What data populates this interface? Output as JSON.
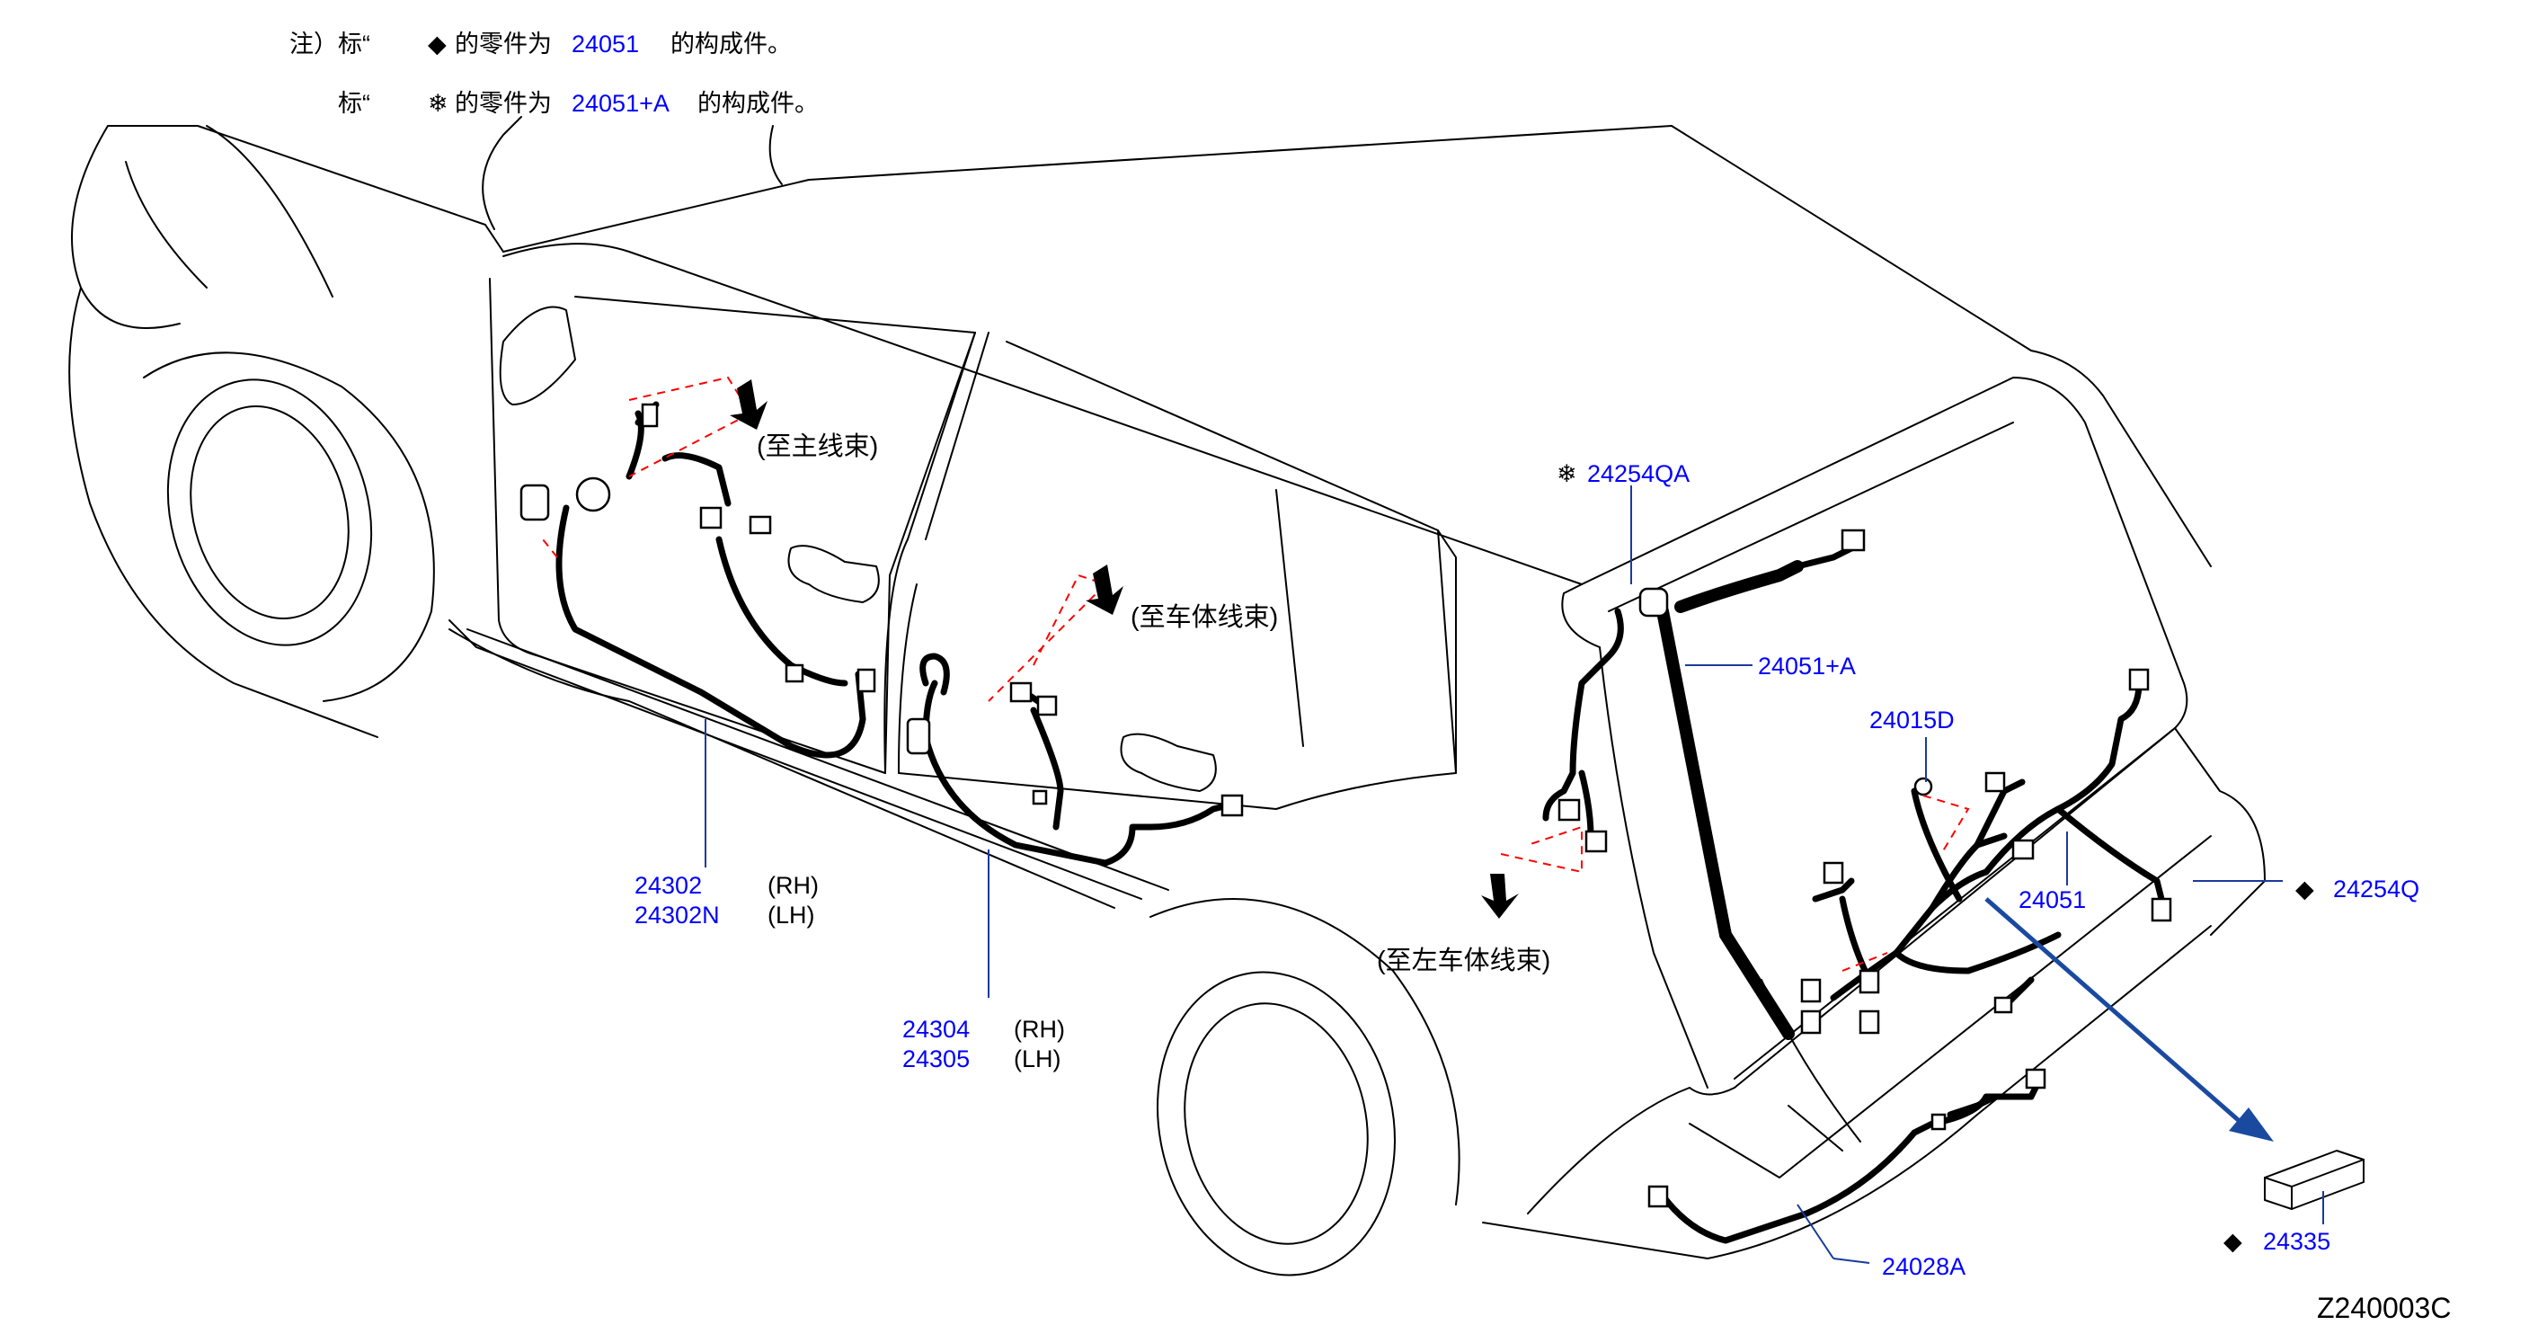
{
  "notes": {
    "line1": {
      "prefix": "注）标“",
      "marker": "◆",
      "middle": "的零件为",
      "part": "24051",
      "suffix": "的构成件。"
    },
    "line2": {
      "prefix": "标“",
      "marker": "❄",
      "middle": "的零件为",
      "part": "24051+A",
      "suffix": "的构成件。"
    }
  },
  "direction_labels": {
    "main_harness": "(至主线束)",
    "body_harness": "(至车体线束)",
    "left_body_harness": "(至左车体线束)"
  },
  "parts": {
    "p24302": "24302",
    "p24302N": "24302N",
    "p24304": "24304",
    "p24305": "24305",
    "p24254QA": "24254QA",
    "p24051A": "24051+A",
    "p24015D": "24015D",
    "p24051": "24051",
    "p24254Q": "24254Q",
    "p24335": "24335",
    "p24028A": "24028A"
  },
  "sides": {
    "rh": "(RH)",
    "lh": "(LH)"
  },
  "markers": {
    "diamond": "◆",
    "snowflake": "❄"
  },
  "diagram_code": "Z240003C",
  "colors": {
    "part_number": "#0000ff",
    "leader": "#1a3a9e",
    "arrow": "#1a4aa0",
    "dashed": "#ff0000"
  }
}
